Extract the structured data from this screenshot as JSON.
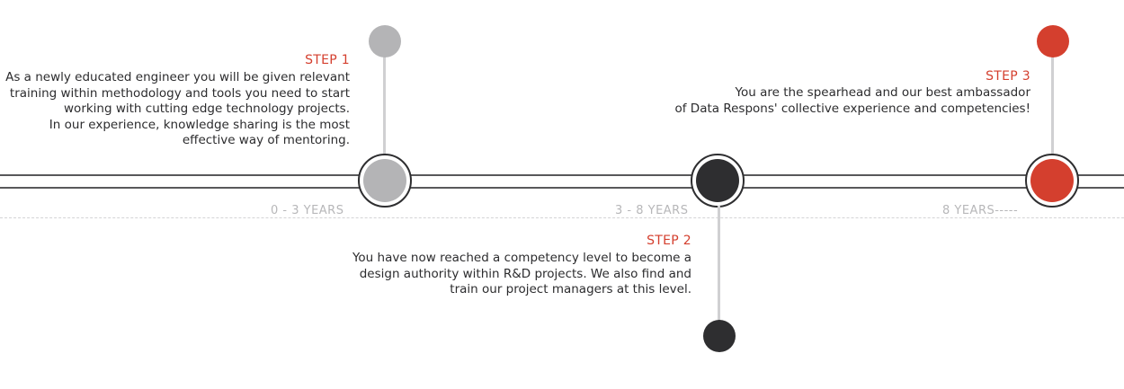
{
  "colors": {
    "accent": "#d43f2e",
    "step1_node": "#b4b4b6",
    "step2_node": "#2e2e30",
    "step3_node": "#d43f2e",
    "line": "#58585a"
  },
  "steps": [
    {
      "title": "STEP 1",
      "lines": [
        "As a newly educated engineer you will be given relevant",
        "training within methodology and tools you need to start",
        "working with cutting edge technology projects.",
        "In our experience, knowledge sharing is the most",
        "effective way of mentoring."
      ],
      "years": "0 - 3 YEARS"
    },
    {
      "title": "STEP 2",
      "lines": [
        "You have now reached a competency level to become a",
        "design authority within R&D projects. We also find and",
        "train our project managers at this level."
      ],
      "years": "3 - 8 YEARS"
    },
    {
      "title": "STEP 3",
      "lines": [
        "You are the spearhead and our best ambassador",
        "of Data Respons' collective experience and competencies!"
      ],
      "years": "8 YEARS-----"
    }
  ]
}
